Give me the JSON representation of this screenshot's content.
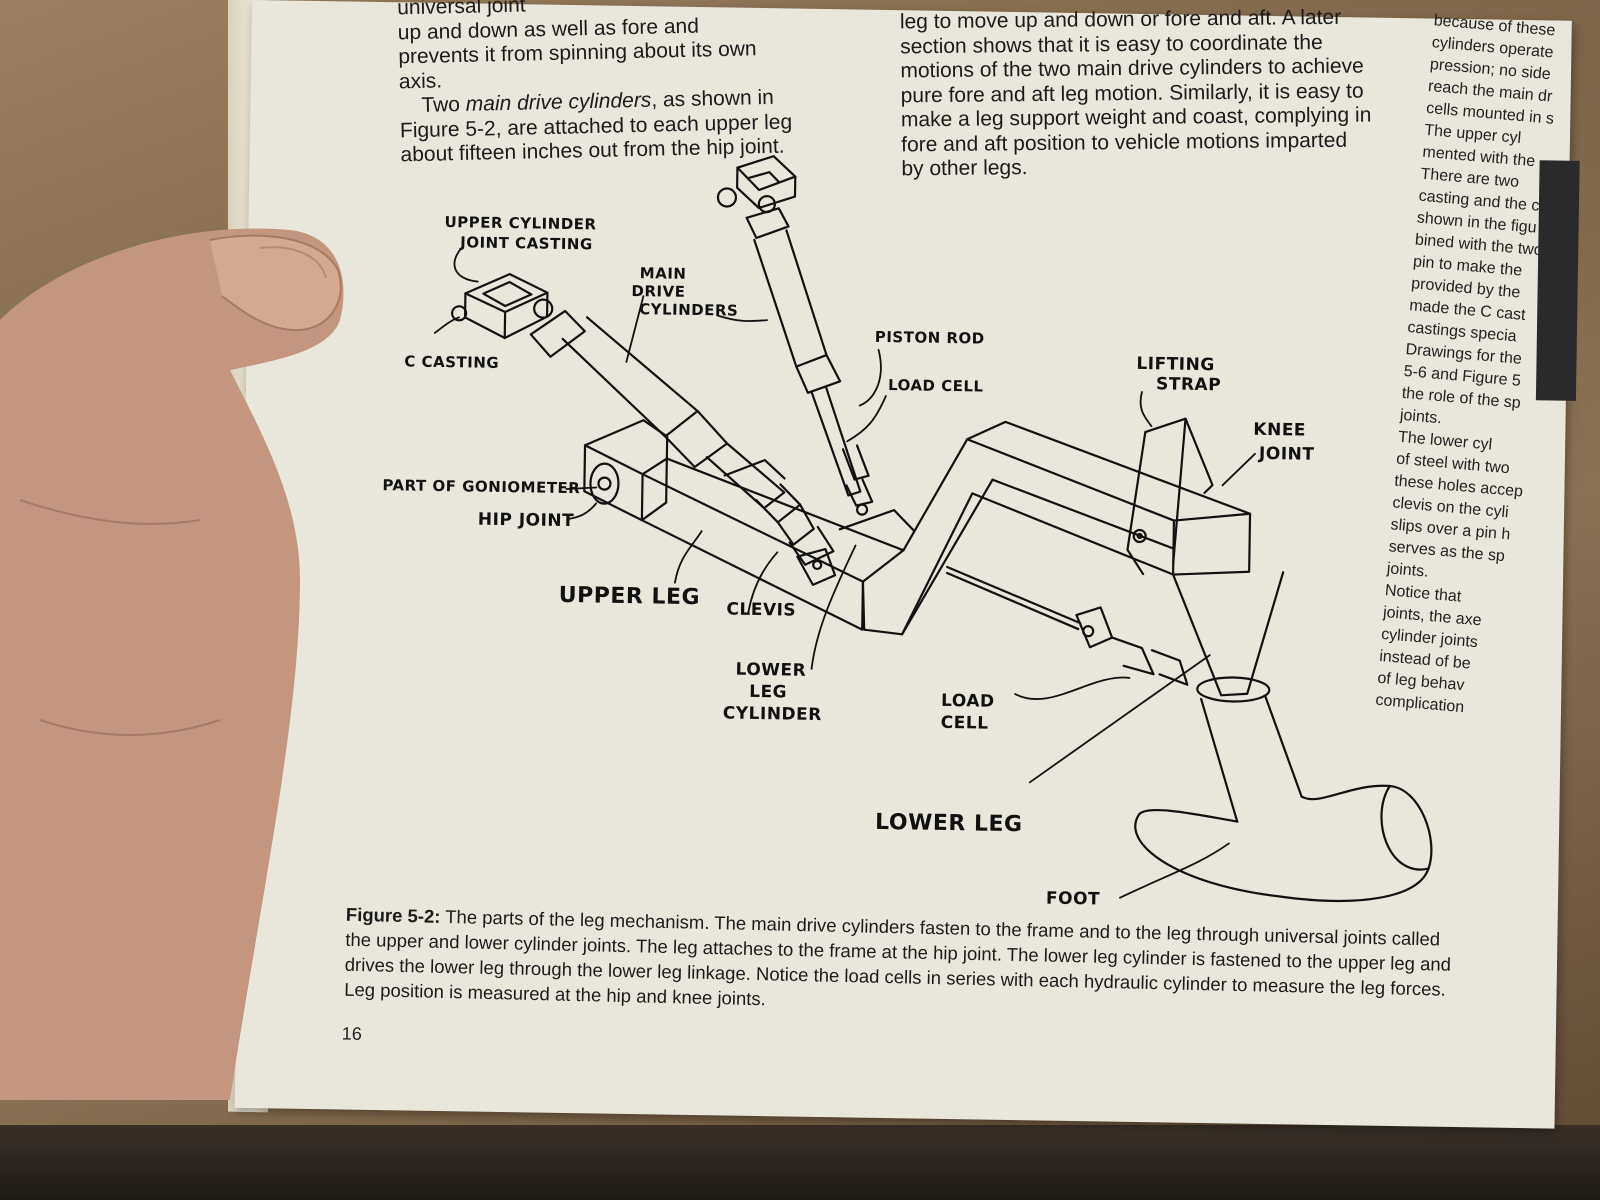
{
  "left_column": {
    "lines": [
      "universal joint",
      "up and down as well as fore and",
      "prevents it from spinning about its own",
      "axis."
    ],
    "para_pre": "Two ",
    "para_em": "main drive cylinders",
    "para_post": ", as shown in Figure 5-2, are attached to each upper leg about fifteen inches out from the hip joint."
  },
  "right_column": {
    "text": "leg to move up and down or fore and aft. A later section shows that it is easy to coordinate the motions of the two main drive cylinders to achieve pure fore and aft leg motion. Similarly, it is easy to make a leg support weight and coast, complying in fore and aft position to vehicle motions imparted by other legs."
  },
  "cropped_column": {
    "lines": [
      "because of these",
      "cylinders operate",
      "pression; no side",
      "reach the main dr",
      "cells mounted in s",
      "The upper cyl",
      "mented with the",
      "There are two",
      "casting and the c",
      "shown in the figu",
      "bined with the two",
      "pin to make the",
      "provided by the",
      "made the C cast",
      "castings specia",
      "Drawings for the",
      "5-6 and Figure 5",
      "the role of the sp",
      "joints.",
      "The lower cyl",
      "of steel with two",
      "these holes accep",
      "clevis on the cyli",
      "slips over a pin h",
      "serves as the sp",
      "joints.",
      "Notice that",
      "joints, the axe",
      "cylinder joints",
      "instead of be",
      "of leg behav",
      "complication"
    ]
  },
  "figure": {
    "labels": {
      "upper_cylinder_joint_casting_1": "UPPER CYLINDER",
      "upper_cylinder_joint_casting_2": "JOINT CASTING",
      "c_casting": "C CASTING",
      "main_drive_cylinders_1": "MAIN",
      "main_drive_cylinders_2": "DRIVE",
      "main_drive_cylinders_3": "CYLINDERS",
      "piston_rod": "PISTON ROD",
      "load_cell_upper": "LOAD CELL",
      "lifting_strap_1": "LIFTING",
      "lifting_strap_2": "STRAP",
      "knee_joint_1": "KNEE",
      "knee_joint_2": "JOINT",
      "part_of_goniometer": "PART OF GONIOMETER",
      "hip_joint": "HIP JOINT",
      "upper_leg": "UPPER LEG",
      "clevis": "CLEVIS",
      "lower_leg_cylinder_1": "LOWER",
      "lower_leg_cylinder_2": "LEG",
      "lower_leg_cylinder_3": "CYLINDER",
      "load_cell_lower_1": "LOAD",
      "load_cell_lower_2": "CELL",
      "lower_leg": "LOWER LEG",
      "foot": "FOOT"
    }
  },
  "caption": {
    "label": "Figure 5-2:",
    "text": " The parts of the leg mechanism. The main drive cylinders fasten to the frame and to the leg through universal joints called the upper and lower cylinder joints. The leg attaches to the frame at the hip joint. The lower leg cylinder is fastened to the upper leg and drives the lower leg through the lower leg linkage. Notice the load cells in series with each hydraulic cylinder to measure the leg forces. Leg position is measured at the hip and knee joints."
  },
  "page_number": "16"
}
